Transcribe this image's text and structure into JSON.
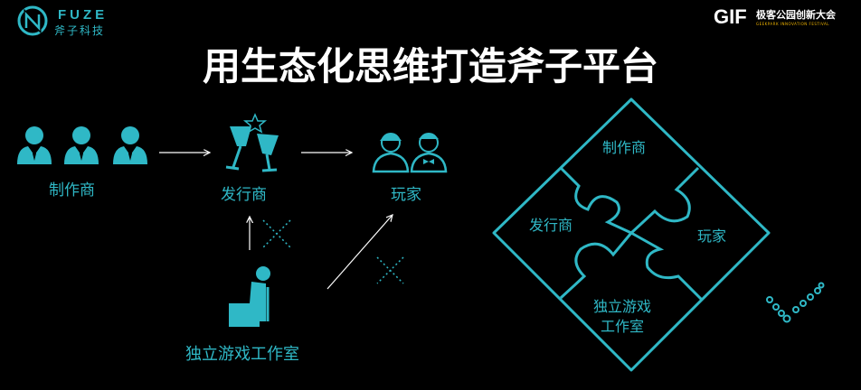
{
  "brand": {
    "name_en": "FUZE",
    "name_cn": "斧子科技"
  },
  "event": {
    "logo": "GIF",
    "name_cn": "极客公园创新大会",
    "name_en": "GEEKPARK INNOVATION FESTIVAL"
  },
  "title": "用生态化思维打造斧子平台",
  "flow": {
    "producer": "制作商",
    "publisher": "发行商",
    "player": "玩家",
    "indie": "独立游戏工作室"
  },
  "puzzle": {
    "top": "制作商",
    "left": "发行商",
    "right": "玩家",
    "bottom_line1": "独立游戏",
    "bottom_line2": "工作室"
  },
  "colors": {
    "accent": "#2fb8c6",
    "title": "#ffffff",
    "background": "#000000"
  }
}
